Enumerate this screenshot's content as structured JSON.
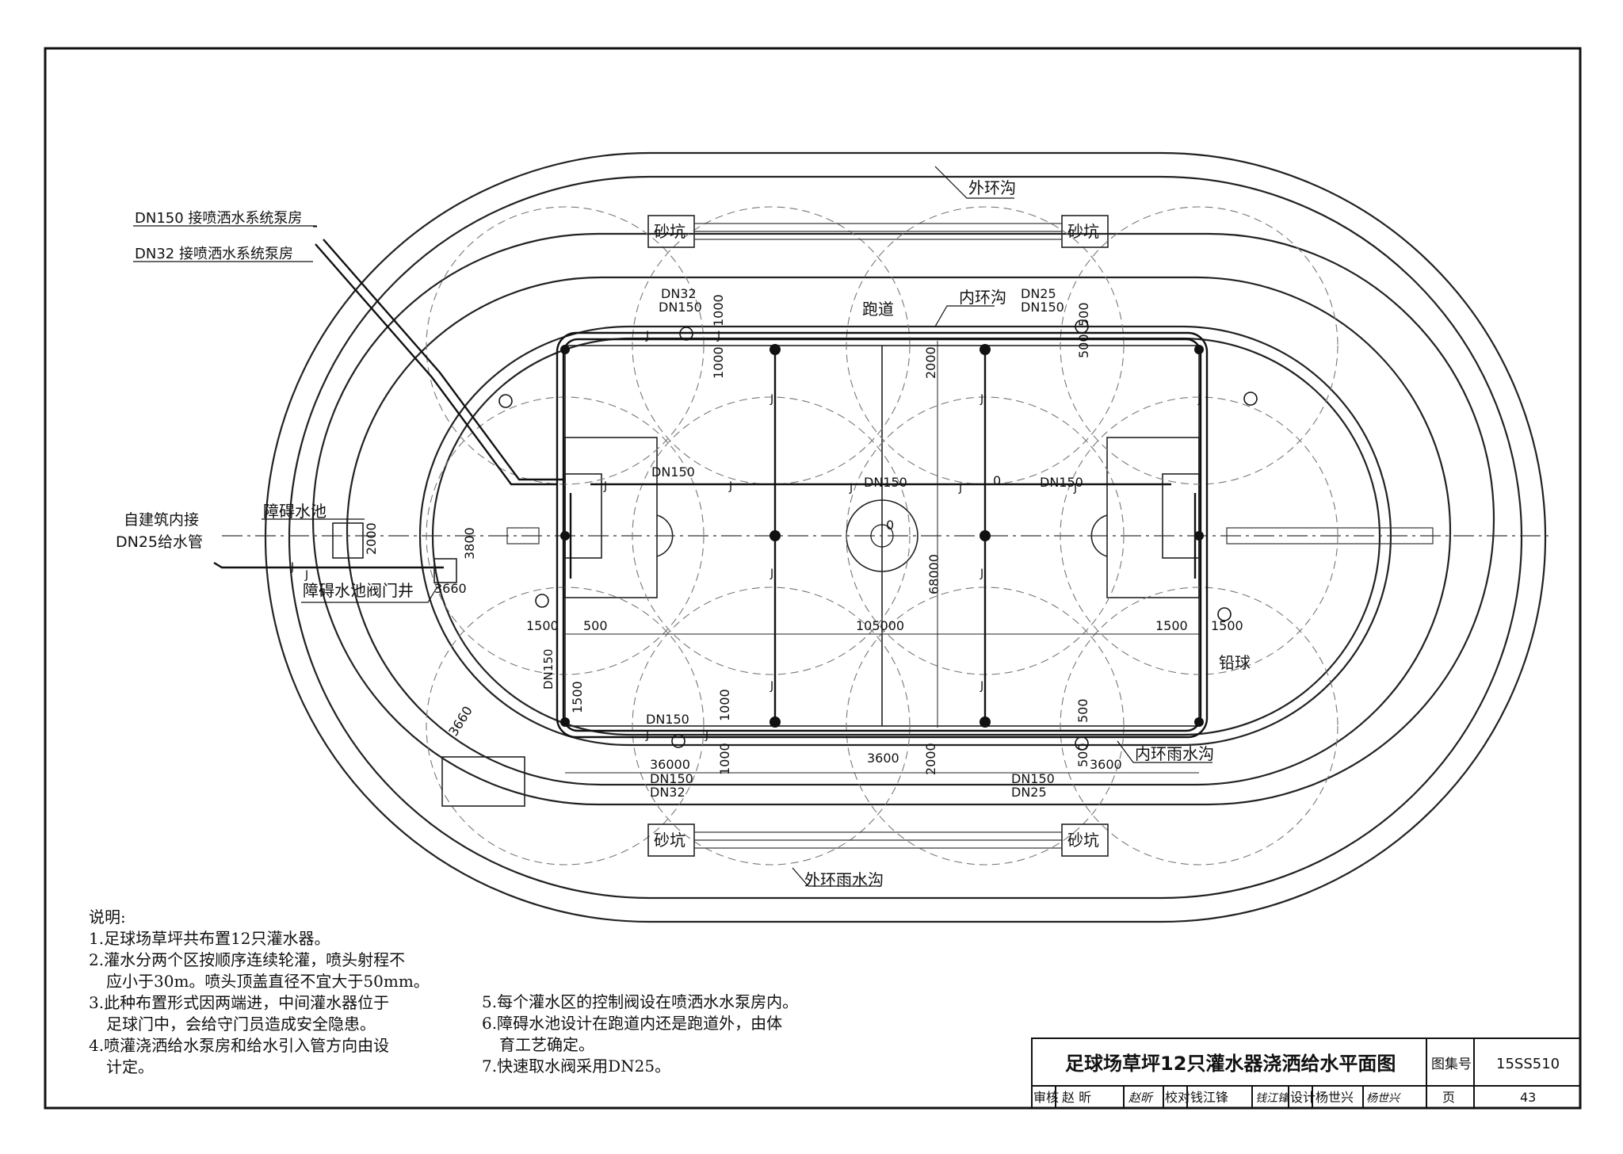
{
  "labels": {
    "outer_ditch": "外环沟",
    "outer_rain_ditch": "外环雨水沟",
    "inner_ditch": "内环沟",
    "inner_rain_ditch": "内环雨水沟",
    "track": "跑道",
    "sand_pit": "砂坑",
    "shot_put": "铅球",
    "pool": "障碍水池",
    "pool_valve_well": "障碍水池阀门井",
    "pipe_dn150_pump": "DN150 接喷洒水系统泵房",
    "pipe_dn32_pump": "DN32 接喷洒水系统泵房",
    "inlet_line1": "自建筑内接",
    "inlet_line2": "DN25给水管"
  },
  "pipes": {
    "dn32": "DN32",
    "dn150": "DN150",
    "dn25": "DN25",
    "j": "J",
    "zero": "0"
  },
  "dims": {
    "d1000": "1000",
    "d2000": "2000",
    "d500": "500",
    "d1500": "1500",
    "d3800": "3800",
    "d3660": "3660",
    "d68000": "68000",
    "d105000": "105000",
    "d36000": "36000",
    "d3600": "3600"
  },
  "notes": {
    "heading": "说明:",
    "n1": "1.足球场草坪共布置12只灌水器。",
    "n2a": "2.灌水分两个区按顺序连续轮灌，喷头射程不",
    "n2b": "应小于30m。喷头顶盖直径不宜大于50mm。",
    "n3a": "3.此种布置形式因两端进，中间灌水器位于",
    "n3b": "足球门中，会给守门员造成安全隐患。",
    "n4a": "4.喷灌浇洒给水泵房和给水引入管方向由设",
    "n4b": "计定。",
    "n5": "5.每个灌水区的控制阀设在喷洒水水泵房内。",
    "n6a": "6.障碍水池设计在跑道内还是跑道外，由体",
    "n6b": "育工艺确定。",
    "n7": "7.快速取水阀采用DN25。"
  },
  "title_block": {
    "title": "足球场草坪12只灌水器浇洒给水平面图",
    "atlas_label": "图集号",
    "atlas_no": "15SS510",
    "review_label": "审核",
    "reviewer": "赵 昕",
    "reviewer_sig": "赵昕",
    "check_label": "校对",
    "checker": "钱江锋",
    "checker_sig": "钱江锋",
    "design_label": "设计",
    "designer": "杨世兴",
    "designer_sig": "杨世兴",
    "page_label": "页",
    "page_no": "43"
  }
}
